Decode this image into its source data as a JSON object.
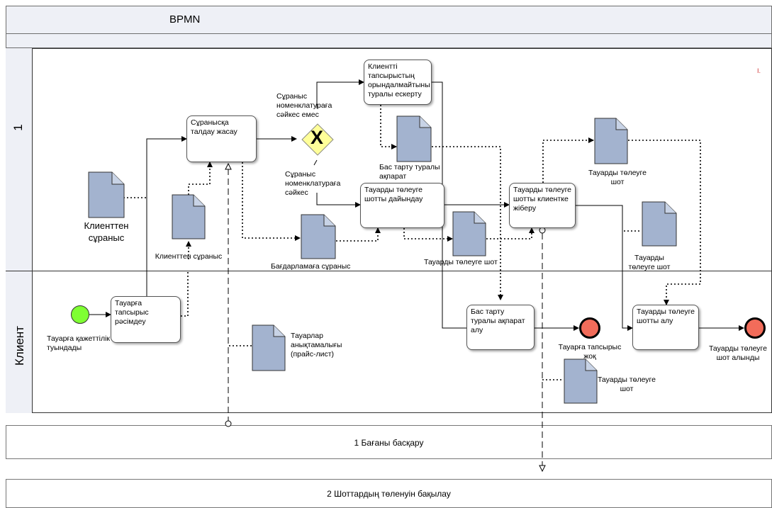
{
  "title": "BPMN",
  "lanes": {
    "lane1": "1",
    "lane2": "Клиент"
  },
  "tasks": {
    "analyze": "Сұранысқа талдау жасау",
    "warn": "Клиентті тапсырыстың орындалмайтыны туралы ескерту",
    "prepare_invoice": "Тауарды төлеуге шотты дайындау",
    "send_invoice": "Тауарды төлеуге шотты клиентке жіберу",
    "place_order": "Тауарға тапсырыс рәсімдеу",
    "refusal_receive": "Бас тарту туралы ақпарат алу",
    "receive_invoice": "Тауарды төлеуге шотты алу"
  },
  "documents": {
    "client_request_big": "Клиенттен сұраныс",
    "client_request_small": "Клиенттен сұраныс",
    "program_request": "Бағдарламаға сұраныс",
    "refusal_info": "Бас тарту туралы ақпарат",
    "invoice_mid": "Тауарды төлеуге шот",
    "invoice_top": "Тауарды төлеуге шот",
    "invoice_right": "Тауарды төлеуге шот",
    "invoice_bottom": "Тауарды төлеуге шот",
    "price_list": "Тауарлар анықтамалығы (прайс-лист)"
  },
  "gateway": {
    "symbol": "X",
    "not_match": "Сұраныс номенклатураға сәйкес емес",
    "match": "Сұраныс номенклатураға сәйкес"
  },
  "events": {
    "start": "Тауарға қажеттілік туындады",
    "end_no_order": "Тауарға тапсырыс жоқ",
    "end_invoice": "Тауарды төлеуге шот алынды"
  },
  "strips": {
    "s1": "1 Бағаны басқару",
    "s2": "2 Шоттардың төленуін бақылау"
  },
  "mark": "I."
}
